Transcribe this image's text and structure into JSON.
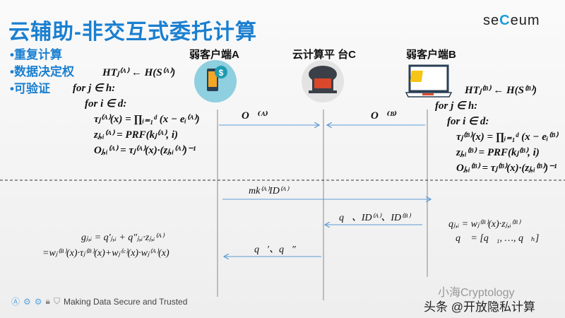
{
  "title": "云辅助-非交互式委托计算",
  "logo": {
    "text_pre": "se",
    "text_mid": "C",
    "text_post": "eum"
  },
  "bullets": [
    "•重复计算",
    "•数据决定权",
    "•可验证"
  ],
  "parties": {
    "a": "弱客户端A",
    "c": "云计算平 台C",
    "b": "弱客户端B"
  },
  "icons": {
    "a": "smartphone-dollar-icon",
    "c": "cloud-laptop-icon",
    "b": "laptop-windows-icon"
  },
  "colors": {
    "title": "#1a7fd0",
    "arrow": "#5b9bd5",
    "lifeline": "#888888"
  },
  "algo_a": [
    "HTⱼ⁽ᴬ⁾ ← H(S⁽ᴬ⁾)",
    "for j ∈ h:",
    "for i ∈ d:",
    "τⱼ⁽ᴬ⁾(x) = ∏ᵢ₌₁ᵈ (x − eᵢ⁽ᴬ⁾)",
    "zⱼ,ᵢ⁽ᴬ⁾ = PRF(kⱼ⁽ᴬ⁾, i)",
    "Oⱼ,ᵢ⁽ᴬ⁾ = τⱼ⁽ᴬ⁾(x)·(zⱼ,ᵢ⁽ᴬ⁾)⁻¹"
  ],
  "algo_b": [
    "HTⱼ⁽ᴮ⁾ ← H(S⁽ᴮ⁾)",
    "for j ∈ h:",
    "for i ∈ d:",
    "τⱼ⁽ᴮ⁾(x) = ∏ᵢ₌₁ᵈ (x − eᵢ⁽ᴮ⁾",
    "zⱼ,ᵢ⁽ᴮ⁾ = PRF(kⱼ⁽ᴮ⁾, i)",
    "Oⱼ,ᵢ⁽ᴮ⁾ = τⱼ⁽ᴮ⁾(x)·(zⱼ,ᵢ⁽ᴮ⁾)⁻¹"
  ],
  "messages": {
    "oa": "O⃗⁽ᴬ⁾",
    "ob": "O⃗⁽ᴮ⁾",
    "mk": "mk⁽ᴬ⁾ID⁽ᴬ⁾",
    "qid": "q⃗、ID⁽ᴬ⁾、ID⁽ᴮ⁾",
    "qq": "q⃗′、q⃗″"
  },
  "b_compute": [
    "qⱼ,ᵢ = wⱼ⁽ᴮ⁾(x)·zⱼ,ᵢ⁽ᴮ⁾",
    "q⃗ = [q⃗₁, …, q⃗ₕ]"
  ],
  "a_compute": [
    "gⱼ,ᵢ = q′ⱼ,ᵢ + q″ⱼ,ᵢ·zⱼ,ᵢ⁽ᴬ⁾",
    "=wⱼ⁽ᴮ⁾(x)·τⱼ⁽ᴮ⁾(x)+wⱼ⁽ᶜ⁾(x)·wⱼ⁽ᴬ⁾(x)"
  ],
  "footer": "Making Data Secure and Trusted",
  "watermark": {
    "line1": "小海Cryptology",
    "line2": "头条 @开放隐私计算"
  }
}
